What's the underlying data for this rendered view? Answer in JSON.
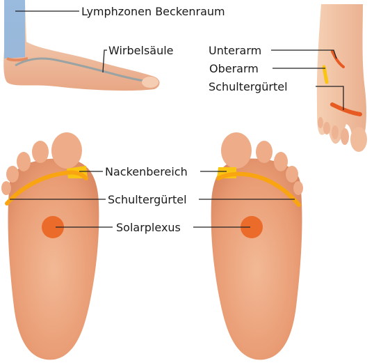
{
  "labels": {
    "lymph": "Lymphzonen Beckenraum",
    "spine": "Wirbelsäule",
    "forearm": "Unterarm",
    "upperarm": "Oberarm",
    "shoulder_top": "Schultergürtel",
    "neck": "Nackenbereich",
    "shoulder_sole": "Schultergürtel",
    "solar": "Solarplexus"
  },
  "colors": {
    "skin_light": "#f6d3b8",
    "skin": "#eeae88",
    "skin_dark": "#d98a64",
    "leg_blue": "#8fb7e0",
    "spine_line": "#9aa3a3",
    "zone_yellow": "#f9c512",
    "zone_orange": "#f08a1c",
    "zone_red": "#e75a22",
    "leader": "#222222"
  }
}
